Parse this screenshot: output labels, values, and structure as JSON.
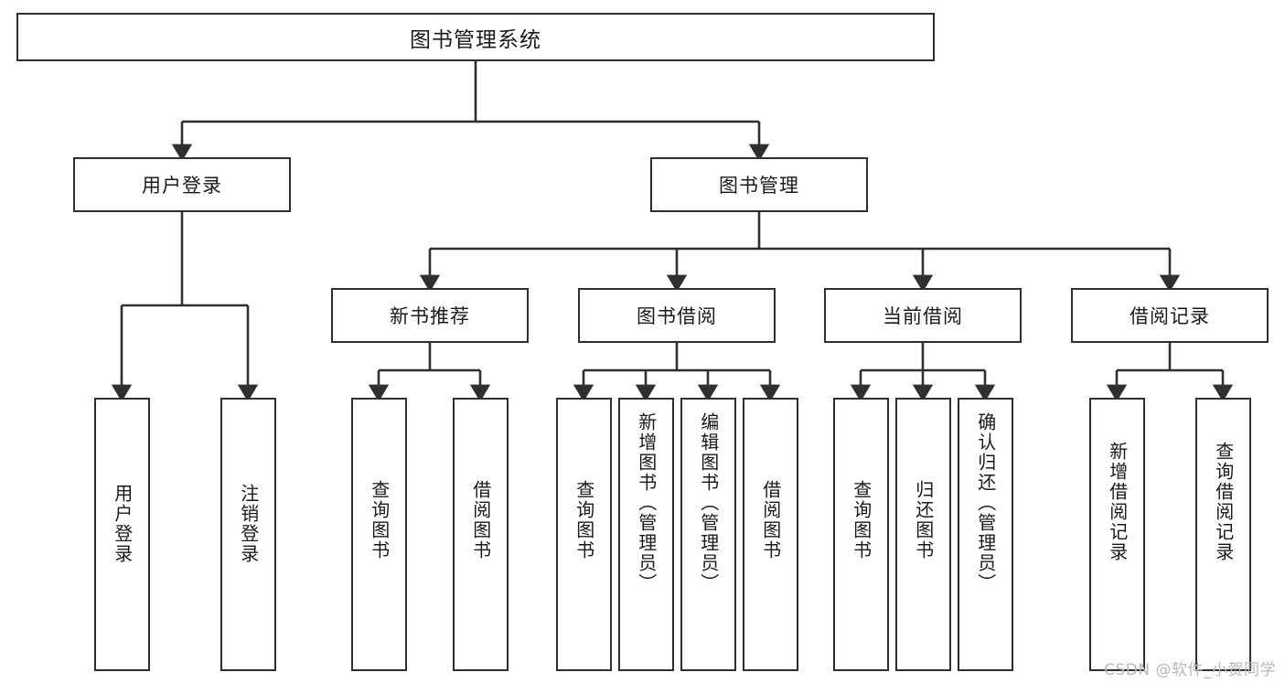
{
  "diagram": {
    "title": "图书管理系统",
    "type": "tree-hierarchy",
    "watermark": "CSDN @软件_小贺同学",
    "colors": {
      "stroke": "#2f2f2f",
      "fill": "#ffffff",
      "text": "#1a1a1a",
      "watermark": "#b8b8b8"
    },
    "root": {
      "id": "root",
      "label": "图书管理系统"
    },
    "level2": [
      {
        "id": "login",
        "label": "用户登录"
      },
      {
        "id": "bookmgmt",
        "label": "图书管理"
      }
    ],
    "level3": [
      {
        "id": "newbook",
        "label": "新书推荐"
      },
      {
        "id": "borrow",
        "label": "图书借阅"
      },
      {
        "id": "current",
        "label": "当前借阅"
      },
      {
        "id": "records",
        "label": "借阅记录"
      }
    ],
    "leaves": {
      "login": [
        {
          "id": "leaf-user-login",
          "label": "用户登录"
        },
        {
          "id": "leaf-user-logout",
          "label": "注销登录"
        }
      ],
      "newbook": [
        {
          "id": "leaf-query-book-1",
          "label": "查询图书"
        },
        {
          "id": "leaf-borrow-book-1",
          "label": "借阅图书"
        }
      ],
      "borrow": [
        {
          "id": "leaf-query-book-2",
          "label": "查询图书"
        },
        {
          "id": "leaf-add-book",
          "label": "新增图书（管理员）"
        },
        {
          "id": "leaf-edit-book",
          "label": "编辑图书（管理员）"
        },
        {
          "id": "leaf-borrow-book-2",
          "label": "借阅图书"
        }
      ],
      "current": [
        {
          "id": "leaf-query-book-3",
          "label": "查询图书"
        },
        {
          "id": "leaf-return-book",
          "label": "归还图书"
        },
        {
          "id": "leaf-confirm-return",
          "label": "确认归还（管理员）"
        }
      ],
      "records": [
        {
          "id": "leaf-add-record",
          "label": "新增借阅记录"
        },
        {
          "id": "leaf-query-record",
          "label": "查询借阅记录"
        }
      ]
    }
  }
}
